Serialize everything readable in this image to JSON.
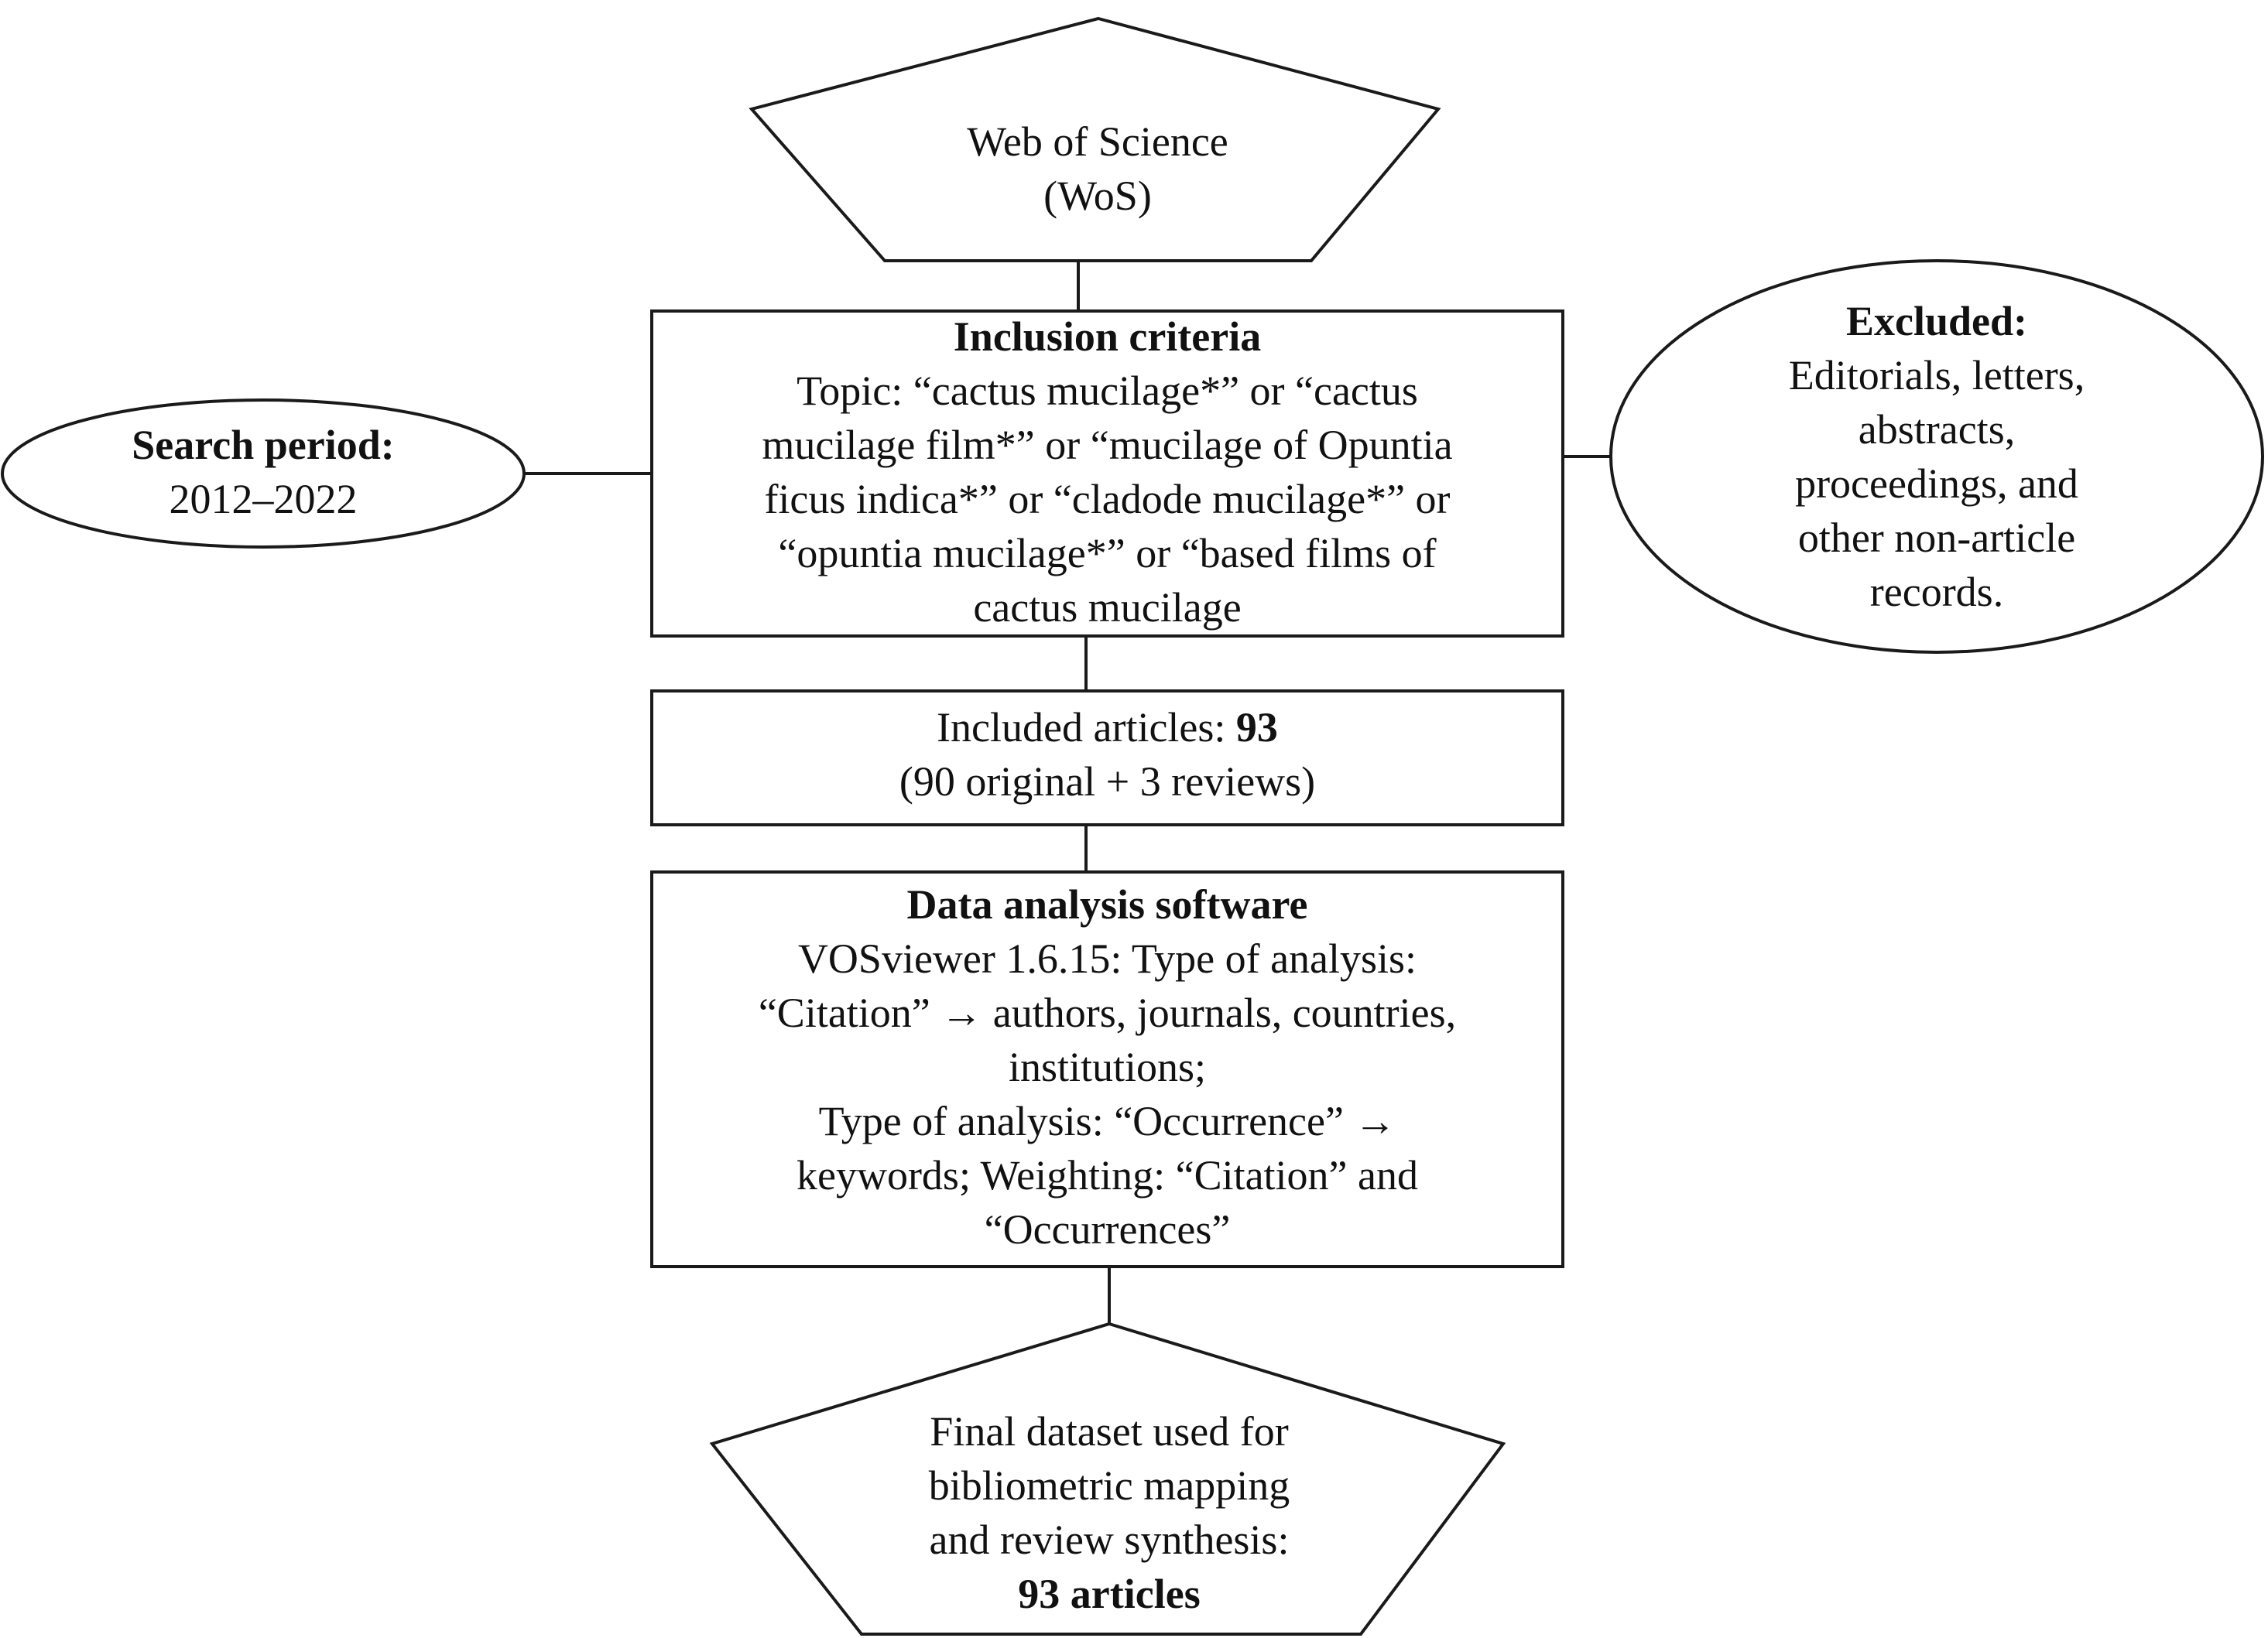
{
  "source": {
    "line1": "Web of Science",
    "line2": "(WoS)"
  },
  "inclusion": {
    "title": "Inclusion  criteria",
    "lines": [
      "Topic: “cactus mucilage*” or “cactus",
      "mucilage film*” or “mucilage of Opuntia",
      "ficus indica*” or “cladode mucilage*” or",
      "“opuntia mucilage*” or “based films of",
      "cactus mucilage"
    ]
  },
  "search_period": {
    "title": "Search period:",
    "value": "2012–2022"
  },
  "excluded": {
    "title": "Excluded:",
    "lines": [
      "Editorials, letters,",
      "abstracts,",
      "proceedings, and",
      "other non-article",
      "records."
    ]
  },
  "included": {
    "prefix": "Included  articles:",
    "count": "93",
    "detail": "(90 original + 3 reviews)"
  },
  "software": {
    "title": "Data analysis  software",
    "lines": [
      "VOSviewer 1.6.15: Type of analysis:",
      "“Citation” → authors, journals, countries,",
      "institutions;",
      "Type of analysis: “Occurrence” →",
      "keywords; Weighting: “Citation” and",
      "“Occurrences”"
    ]
  },
  "final": {
    "lines": [
      "Final dataset used for",
      "bibliometric mapping",
      "and review synthesis:"
    ],
    "count_label": "93 articles"
  }
}
